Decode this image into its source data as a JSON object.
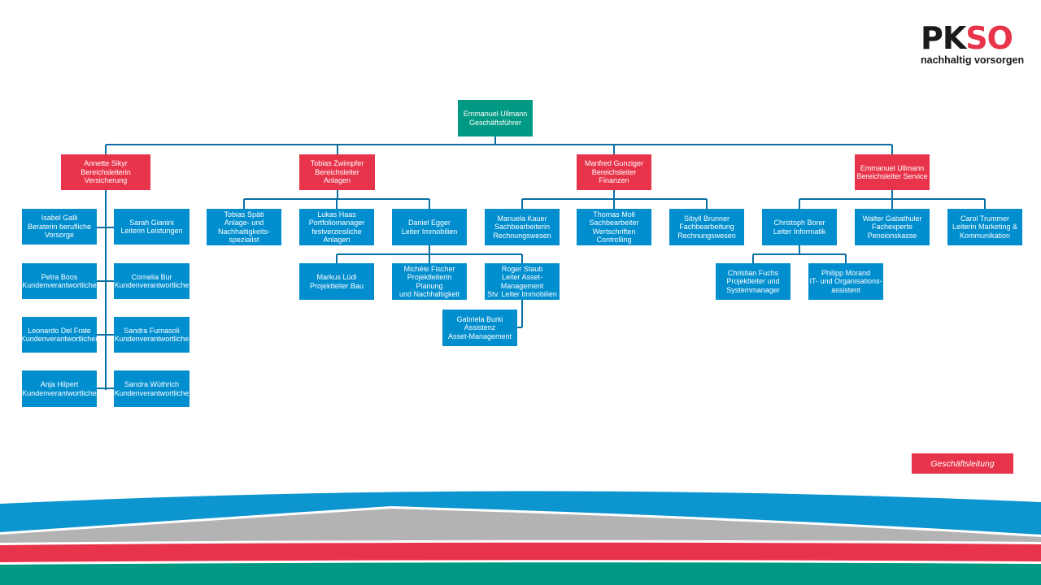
{
  "logo": {
    "brand_pk": "PK",
    "brand_so": "SO",
    "tagline": "nachhaltig vorsorgen"
  },
  "colors": {
    "management": "#009a84",
    "division": "#e8344a",
    "staff": "#008ecf",
    "connector": "#0a6fa3"
  },
  "legend": {
    "label": "Geschäftsleitung"
  },
  "nodes": {
    "ceo": {
      "lines": [
        "Emmanuel Ullmann",
        "Geschäftsführer"
      ]
    },
    "head_vers": {
      "lines": [
        "Annette Sikyr",
        "Bereichsleiterin",
        "Versicherung"
      ]
    },
    "head_anl": {
      "lines": [
        "Tobias Zwimpfer",
        "Bereichsleiter",
        "Anlagen"
      ]
    },
    "head_fin": {
      "lines": [
        "Manfred Gunziger",
        "Bereichsleiter",
        "Finanzen"
      ]
    },
    "head_srv": {
      "lines": [
        "Emmanuel Ullmann",
        "Bereichsleiter Service"
      ]
    },
    "galli": {
      "lines": [
        "Isabel Galli",
        "Beraterin berufliche",
        "Vorsorge"
      ]
    },
    "gianini": {
      "lines": [
        "Sarah Gianini",
        "Leiterin Leistungen"
      ]
    },
    "boos": {
      "lines": [
        "Petra Boos",
        "Kundenverantwortliche"
      ]
    },
    "bur": {
      "lines": [
        "Cornelia Bur",
        "Kundenverantwortliche"
      ]
    },
    "delfrate": {
      "lines": [
        "Leonardo Del Frate",
        "Kundenverantwortlicher"
      ]
    },
    "furnasoli": {
      "lines": [
        "Sandra Furnasoli",
        "Kundenverantwortliche"
      ]
    },
    "hilpert": {
      "lines": [
        "Anja Hilpert",
        "Kundenverantwortliche"
      ]
    },
    "wuethrich": {
      "lines": [
        "Sandra Wüthrich",
        "Kundenverantwortliche"
      ]
    },
    "spaeti": {
      "lines": [
        "Tobias Späti",
        "Anlage- und",
        "Nachhaltigkeits-",
        "spezialist"
      ]
    },
    "haas": {
      "lines": [
        "Lukas Haas",
        "Portfoliomanager",
        "festverzinsliche",
        "Anlagen"
      ]
    },
    "egger": {
      "lines": [
        "Daniel Egger",
        "Leiter Immobilien"
      ]
    },
    "luedi": {
      "lines": [
        "Markus Lüdi",
        "Projektleiter Bau"
      ]
    },
    "fischer": {
      "lines": [
        "Michèle Fischer",
        "Projektleiterin",
        "Planung",
        "und Nachhaltigkeit"
      ]
    },
    "staub": {
      "lines": [
        "Roger Staub",
        "Leiter Asset-",
        "Management",
        "Stv. Leiter Immobilien"
      ]
    },
    "burki": {
      "lines": [
        "Gabriela Burki",
        "Assistenz",
        "Asset-Management"
      ]
    },
    "kauer": {
      "lines": [
        "Manuela Kauer",
        "Sachbearbeiterin",
        "Rechnungswesen"
      ]
    },
    "moll": {
      "lines": [
        "Thomas Moll",
        "Sachbearbeiter",
        "Wertschriften",
        "Controlling"
      ]
    },
    "brunner": {
      "lines": [
        "Sibyll Brunner",
        "Fachbearbeitung",
        "Rechnungswesen"
      ]
    },
    "borer": {
      "lines": [
        "Christoph Borer",
        "Leiter Informatik"
      ]
    },
    "gabathuler": {
      "lines": [
        "Walter Gabathuler",
        "Fachexperte",
        "Pensionskasse"
      ]
    },
    "trummer": {
      "lines": [
        "Carol Trummer",
        "Leiterin Marketing &",
        "Kommunikation"
      ]
    },
    "fuchs": {
      "lines": [
        "Christian Fuchs",
        "Projektleiter und",
        "Systemmanager"
      ]
    },
    "morand": {
      "lines": [
        "Philipp Morand",
        "IT- und Organisations-",
        "assistent"
      ]
    }
  }
}
